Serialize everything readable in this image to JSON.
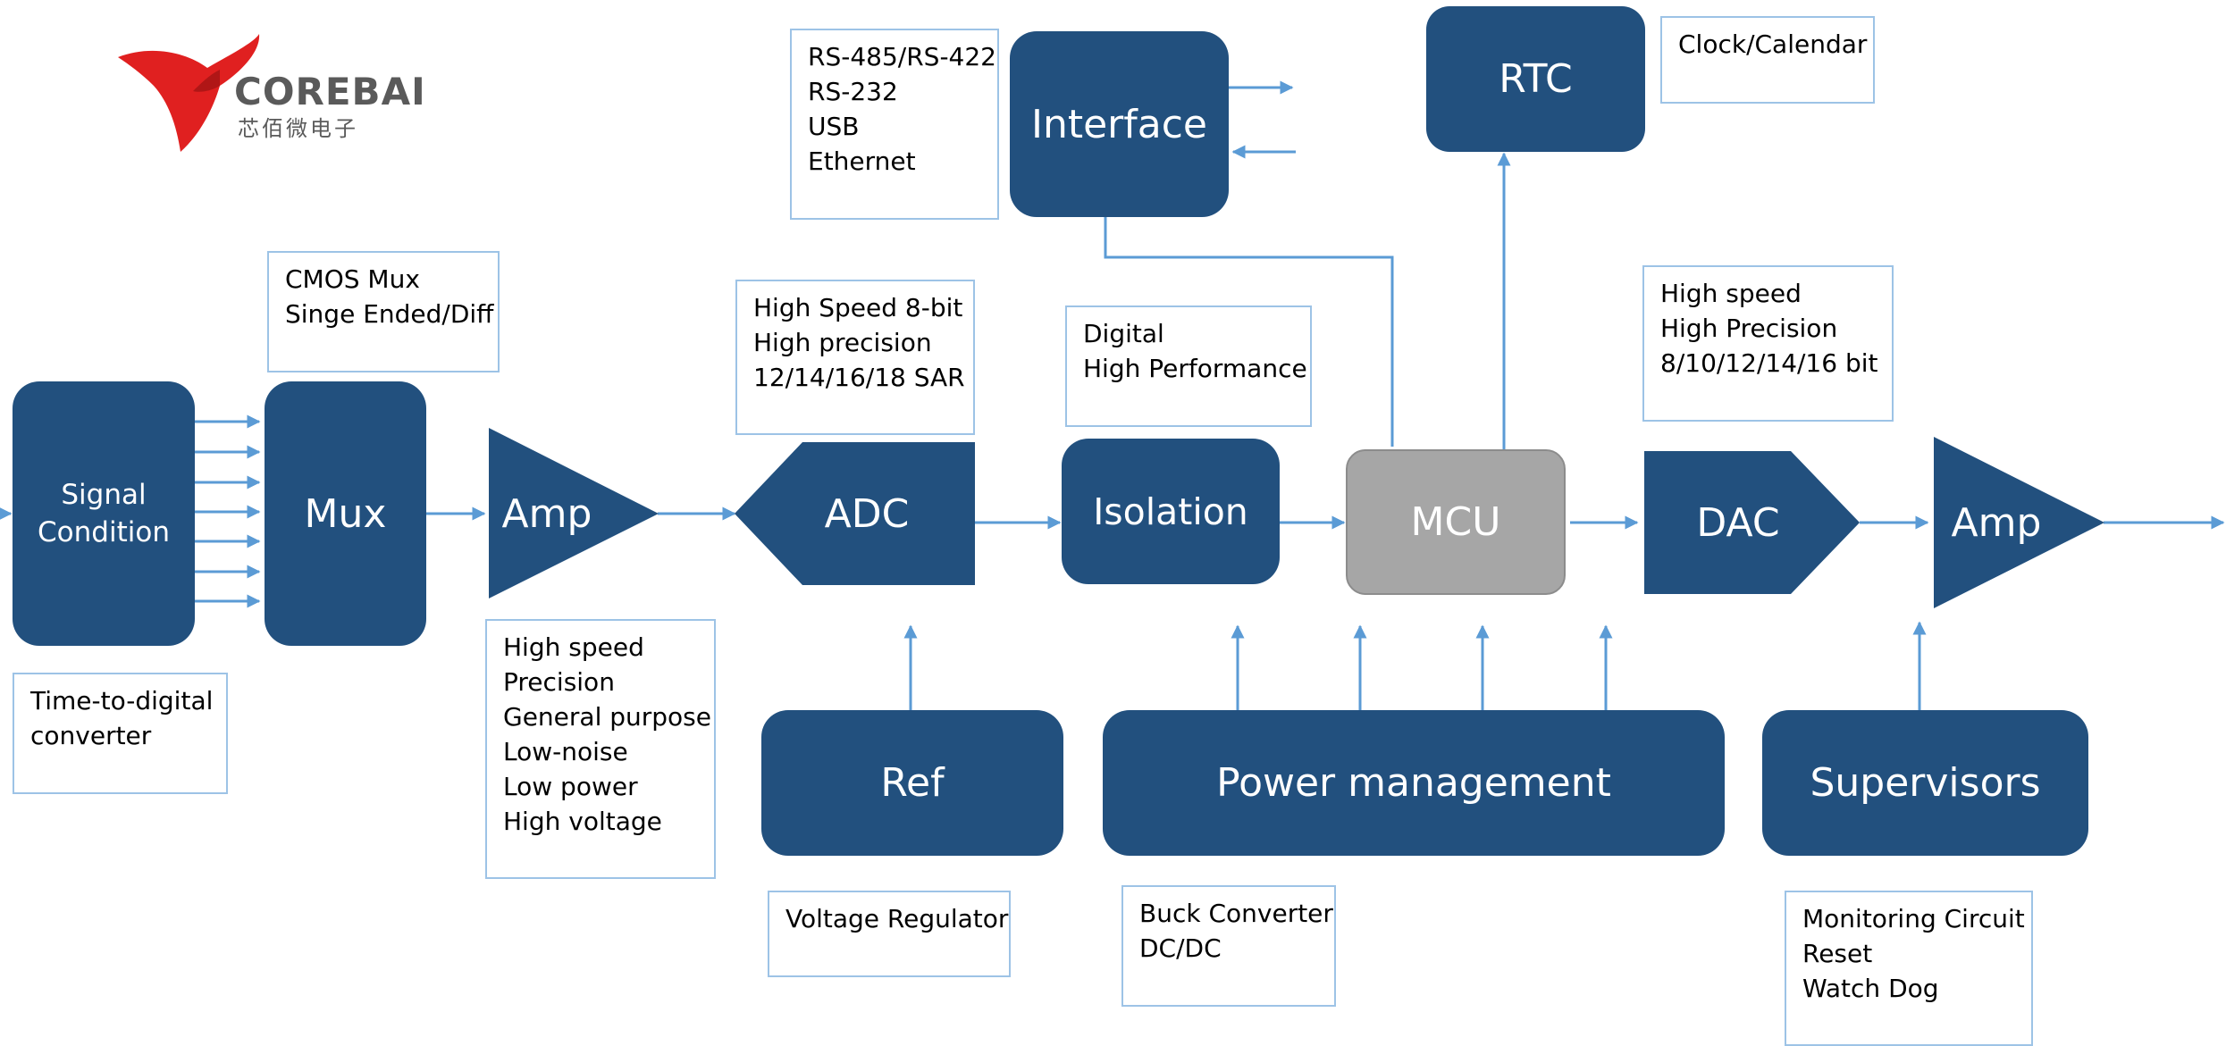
{
  "logo": {
    "word": "COREBAI",
    "chinese": "芯佰微电子",
    "colors": {
      "wing": "#e02020",
      "text": "#5a5a5a"
    }
  },
  "colors": {
    "block": "#22507e",
    "mcu": "#a6a6a6",
    "wire": "#5b9bd5",
    "note_border": "#9dc3e6"
  },
  "blocks": {
    "signal_condition": [
      "Signal",
      "Condition"
    ],
    "mux": "Mux",
    "amp_in": "Amp",
    "adc": "ADC",
    "isolation": "Isolation",
    "mcu": "MCU",
    "dac": "DAC",
    "amp_out": "Amp",
    "interface": "Interface",
    "rtc": "RTC",
    "ref": "Ref",
    "power": "Power management",
    "supervisors": "Supervisors"
  },
  "notes": {
    "interface": [
      "RS-485/RS-422",
      "RS-232",
      "USB",
      "Ethernet"
    ],
    "rtc": [
      "Clock/Calendar"
    ],
    "mux": [
      "CMOS Mux",
      "Singe Ended/Diff"
    ],
    "adc": [
      "High Speed 8-bit",
      "High precision",
      "12/14/16/18 SAR"
    ],
    "isolation": [
      "Digital",
      "High Performance"
    ],
    "dac": [
      "High speed",
      "High Precision",
      "8/10/12/14/16 bit"
    ],
    "signal": [
      "Time-to-digital",
      "converter"
    ],
    "amp": [
      "High speed",
      "Precision",
      "General purpose",
      "Low-noise",
      "Low power",
      "High voltage"
    ],
    "ref": [
      "Voltage Regulator"
    ],
    "power": [
      "Buck Converter",
      "DC/DC"
    ],
    "supervisors": [
      "Monitoring Circuit",
      "Reset",
      "Watch Dog"
    ]
  }
}
